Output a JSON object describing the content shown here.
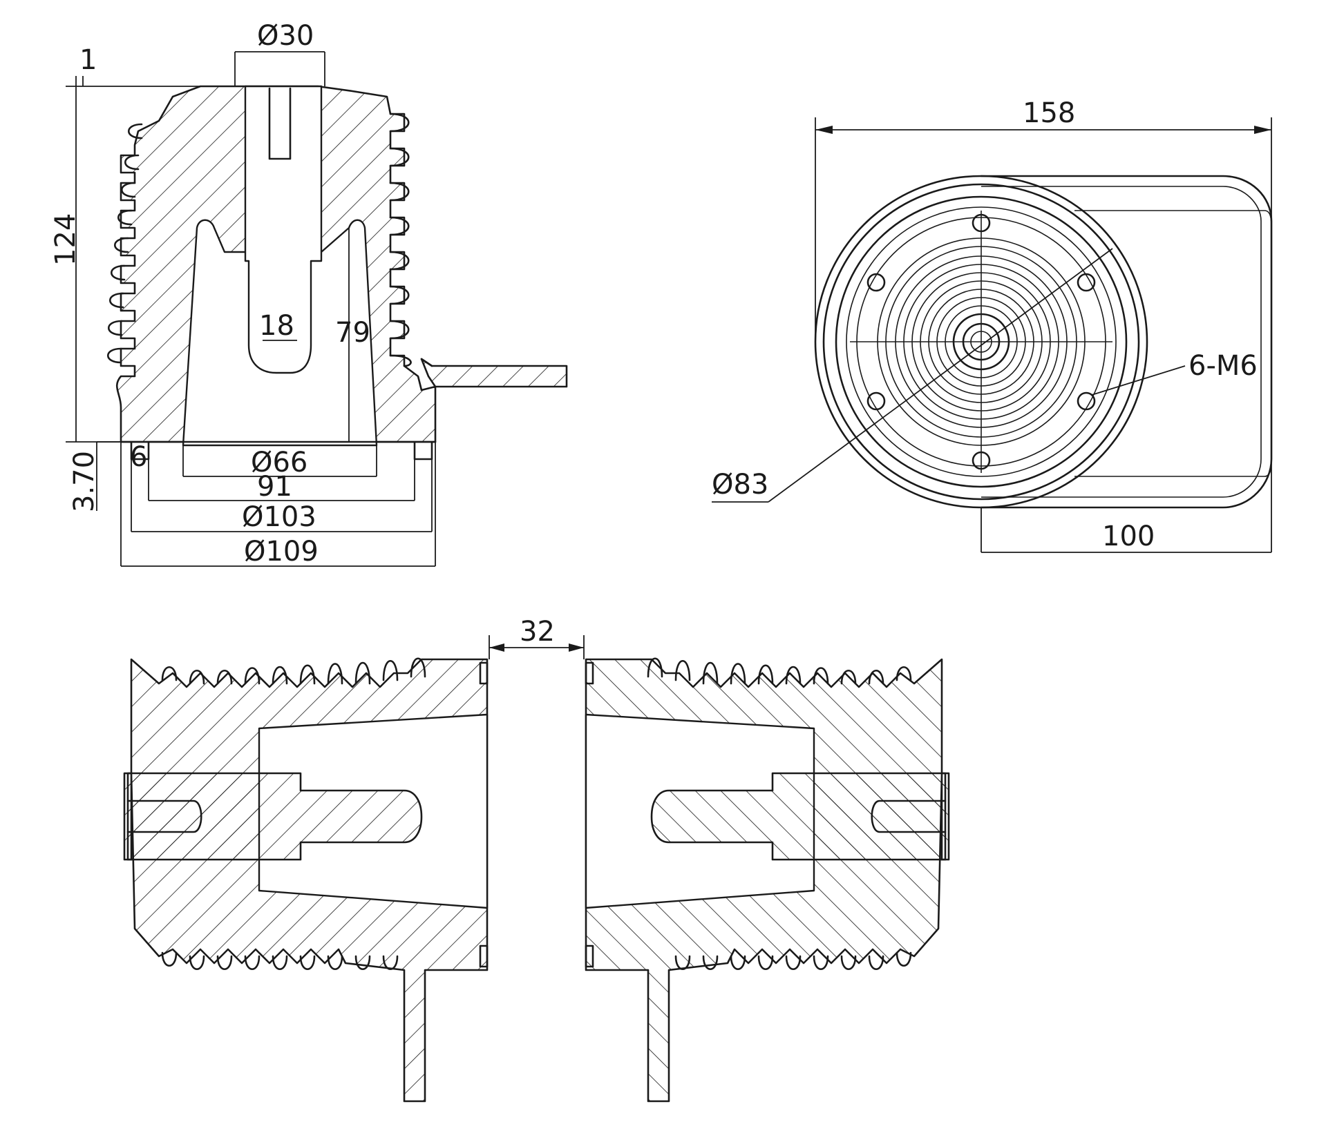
{
  "colors": {
    "line": "#1a1a1a",
    "background": "#ffffff"
  },
  "front_view": {
    "dim_top_thickness": "1",
    "dim_stud_diameter": "Ø30",
    "dim_height": "124",
    "dim_thread_width": "18",
    "dim_cavity_depth": "79",
    "dim_cavity_diameter": "Ø66",
    "dim_base_step": "3.70",
    "dim_rim": "6",
    "dim_bolt_spacing": "91",
    "dim_inner_diameter": "Ø103",
    "dim_outer_diameter": "Ø109"
  },
  "top_view": {
    "dim_overall_width": "158",
    "dim_flange_diameter": "Ø83",
    "dim_holes": "6-M6",
    "dim_center_offset": "100"
  },
  "assembly_view": {
    "dim_gap": "32"
  }
}
